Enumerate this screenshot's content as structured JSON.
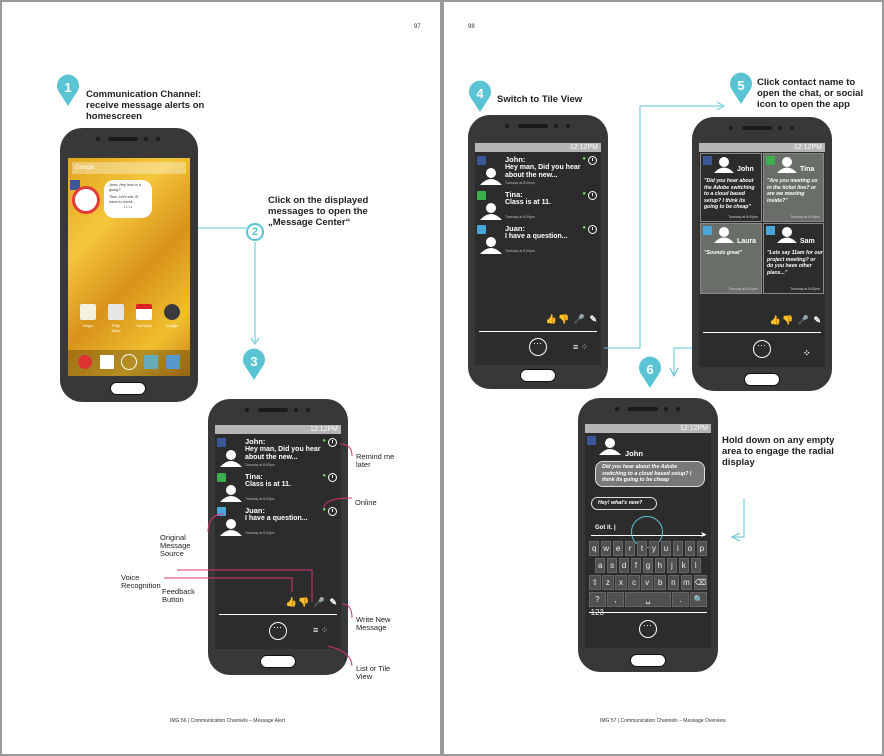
{
  "left_page": {
    "page_number": "97",
    "caption": "IMG 56  |  Communication Channels – Message Alert",
    "step1": {
      "number": "1",
      "title": "Communication Channel: receive message alerts on homescreen"
    },
    "step2": {
      "number": "2",
      "title": "Click on the displayed messages to open the „Message Center“"
    },
    "step3": {
      "number": "3"
    },
    "home": {
      "search_brand": "Google",
      "notif_line1": "John: Hey how is it going?",
      "notif_line2": "Tina: Let's see I'll have to check...",
      "notif_more": "• • • •",
      "apps": [
        "Maps",
        "Play Store",
        "YouTube",
        "Google"
      ]
    },
    "annotations": {
      "remind": "Remind me later",
      "online": "Online",
      "source": "Original Message Source",
      "voice": "Voice Recognition",
      "feedback": "Feedback Button",
      "write": "Write New Message",
      "listtile": "List or Tile View"
    }
  },
  "right_page": {
    "page_number": "98",
    "caption": "IMG 57  |  Communication Channels – Message Overview",
    "step4": {
      "number": "4",
      "title": "Switch to Tile View"
    },
    "step5": {
      "number": "5",
      "title": "Click contact name to open the chat, or social icon to open the app"
    },
    "step6": {
      "number": "6",
      "title": "Hold down on any empty area to engage the radial display"
    }
  },
  "status_time": "12:12PM",
  "messages": [
    {
      "name": "John:",
      "text": "Hey man, Did you hear about the new...",
      "time": "Tuesday at 8:00pm",
      "source": "facebook"
    },
    {
      "name": "Tina:",
      "text": "Class is at 11.",
      "time": "Tuesday at 8:00pm",
      "source": "chat"
    },
    {
      "name": "Juan:",
      "text": "I have a question...",
      "time": "Tuesday at 8:00pm",
      "source": "twitter"
    }
  ],
  "tiles": [
    {
      "name": "John",
      "text": "\"Did you hear about the Adobe switching to a cloud based setup? I think its going to be cheap\"",
      "time": "Tuesday at 8:00pm"
    },
    {
      "name": "Tina",
      "text": "\"Are you meeting us in the ticket line? or are we meeting inside?\"",
      "time": "Tuesday at 8:00pm"
    },
    {
      "name": "Laura",
      "text": "\"Sounds great\"",
      "time": "Tuesday at 8:00pm"
    },
    {
      "name": "Sam",
      "text": "\"Lets say 11am for our project meeting? or do you have other plans...\"",
      "time": "Tuesday at 8:00pm"
    }
  ],
  "chat": {
    "contact": "John",
    "bubble1": "Did you hear about the Adobe switching to a cloud based setup? I think its going to be cheap",
    "bubble2": "Hey! what's new?",
    "input": "Got it. |",
    "keys_row1": [
      "q",
      "w",
      "e",
      "r",
      "t",
      "y",
      "u",
      "i",
      "o",
      "p"
    ],
    "keys_row2": [
      "a",
      "s",
      "d",
      "f",
      "g",
      "h",
      "j",
      "k",
      "l"
    ],
    "keys_row3": [
      "⇧",
      "z",
      "x",
      "c",
      "v",
      "b",
      "n",
      "m",
      "⌫"
    ],
    "keys_row4": [
      "?123",
      ",",
      "␣",
      ".",
      "🔍"
    ]
  },
  "colors": {
    "accent": "#5bc4d4",
    "annotation": "#d6337a",
    "phone": "#383838",
    "screen": "#2c2c2c"
  },
  "icons": [
    "facebook-icon",
    "chat-icon",
    "twitter-icon",
    "clock-icon",
    "thumbs-icon",
    "mic-icon",
    "compose-icon",
    "apps-icon",
    "list-view-icon",
    "tile-view-icon"
  ]
}
